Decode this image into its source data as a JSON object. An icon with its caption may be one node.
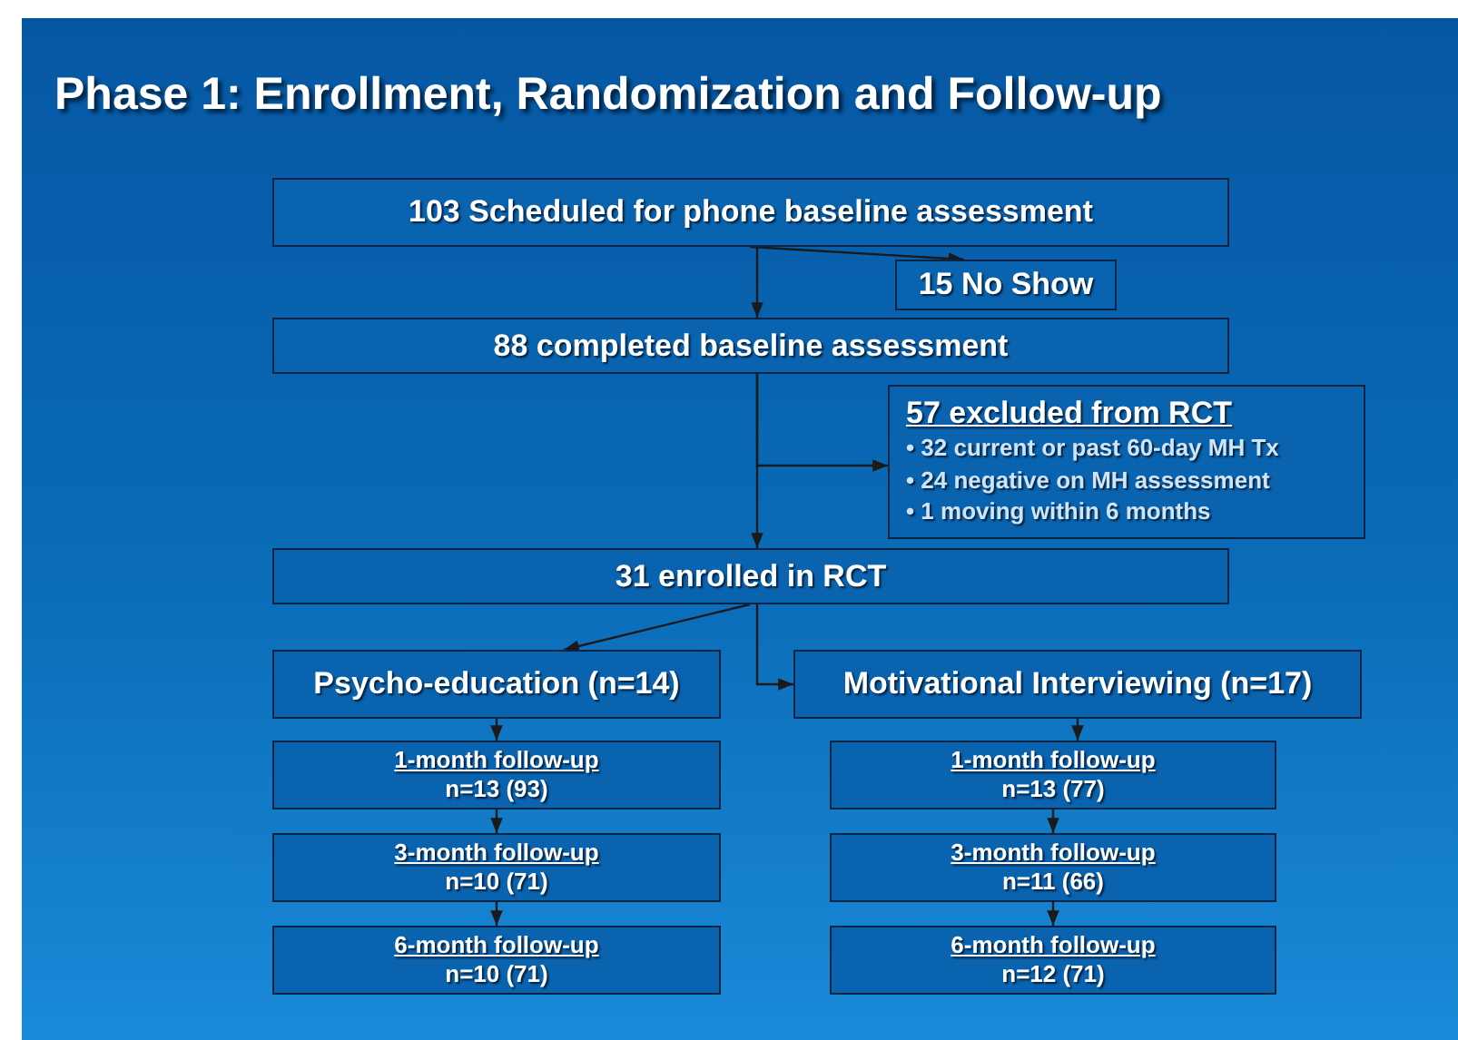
{
  "diagram": {
    "title": "Phase 1: Enrollment, Randomization and Follow-up",
    "nodes": [
      {
        "text": [
          "103 Scheduled for phone baseline assessment"
        ]
      },
      {
        "text": [
          "15 No Show"
        ]
      },
      {
        "text": [
          "88 completed baseline assessment"
        ]
      },
      {
        "text": [
          "57 excluded from RCT",
          "• 32 current or past 60-day MH Tx",
          "• 24 negative on MH assessment",
          "• 1 moving within 6 months"
        ]
      },
      {
        "text": [
          "31 enrolled in RCT"
        ]
      },
      {
        "text": [
          "Psycho-education (n=14)"
        ]
      },
      {
        "text": [
          "Motivational Interviewing (n=17)"
        ]
      },
      {
        "text": [
          "1-month follow-up",
          "n=13 (93)"
        ]
      },
      {
        "text": [
          "3-month follow-up",
          "n=10 (71)"
        ]
      },
      {
        "text": [
          "6-month follow-up",
          "n=10 (71)"
        ]
      },
      {
        "text": [
          "1-month follow-up",
          "n=13 (77)"
        ]
      },
      {
        "text": [
          "3-month follow-up",
          "n=11 (66)"
        ]
      },
      {
        "text": [
          "6-month follow-up",
          "n=12 (71)"
        ]
      }
    ],
    "edges": [
      {
        "from": 0,
        "to": 2,
        "arrow": "to"
      },
      {
        "from": 0,
        "to": 1,
        "arrow": "to"
      },
      {
        "from": 2,
        "to": 4,
        "arrow": "to"
      },
      {
        "from": 2,
        "to": 3,
        "arrow": "to"
      },
      {
        "from": 4,
        "to": 5,
        "arrow": "to"
      },
      {
        "from": 4,
        "to": 6,
        "arrow": "to"
      },
      {
        "from": 5,
        "to": 7,
        "arrow": "to"
      },
      {
        "from": 7,
        "to": 8,
        "arrow": "to"
      },
      {
        "from": 8,
        "to": 9,
        "arrow": "to"
      },
      {
        "from": 6,
        "to": 10,
        "arrow": "to"
      },
      {
        "from": 10,
        "to": 11,
        "arrow": "to"
      },
      {
        "from": 11,
        "to": 12,
        "arrow": "to"
      }
    ]
  }
}
